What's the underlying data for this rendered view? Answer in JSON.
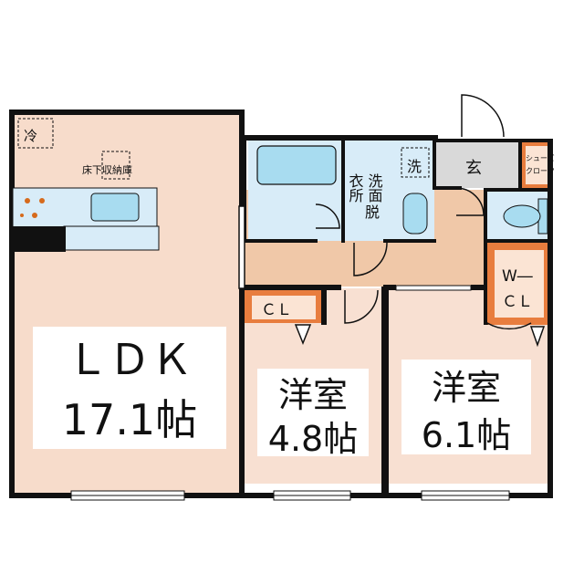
{
  "colors": {
    "room_floor": "#f7dccb",
    "room_floor_alt": "#f8e0d2",
    "hall_floor": "#f0c8a8",
    "wet_area": "#d8ecf8",
    "fixture": "#a8dcf0",
    "entrance": "#d9d9d9",
    "storage_accent": "#e87d3e",
    "wall": "#111111"
  },
  "rooms": {
    "ldk": {
      "title": "ＬＤＫ",
      "size": "17.1帖"
    },
    "western1": {
      "title": "洋室",
      "size": "4.8帖"
    },
    "western2": {
      "title": "洋室",
      "size": "6.1帖"
    }
  },
  "labels": {
    "fridge": "冷",
    "underfloor_storage": "床下収納庫",
    "closet": "ＣＬ",
    "walk_in_closet_line1": "W―",
    "walk_in_closet_line2": "ＣＬ",
    "washroom_col1": "衣所",
    "washroom_col2": "洗面",
    "washroom_col3": "脱",
    "washing_machine": "洗",
    "entrance": "玄",
    "shoe_closet_line1": "シューズ",
    "shoe_closet_line2": "クローク"
  },
  "icons": {
    "stove": "stove-icon",
    "sink": "sink-icon",
    "bathtub": "bathtub-icon",
    "toilet": "toilet-icon"
  }
}
